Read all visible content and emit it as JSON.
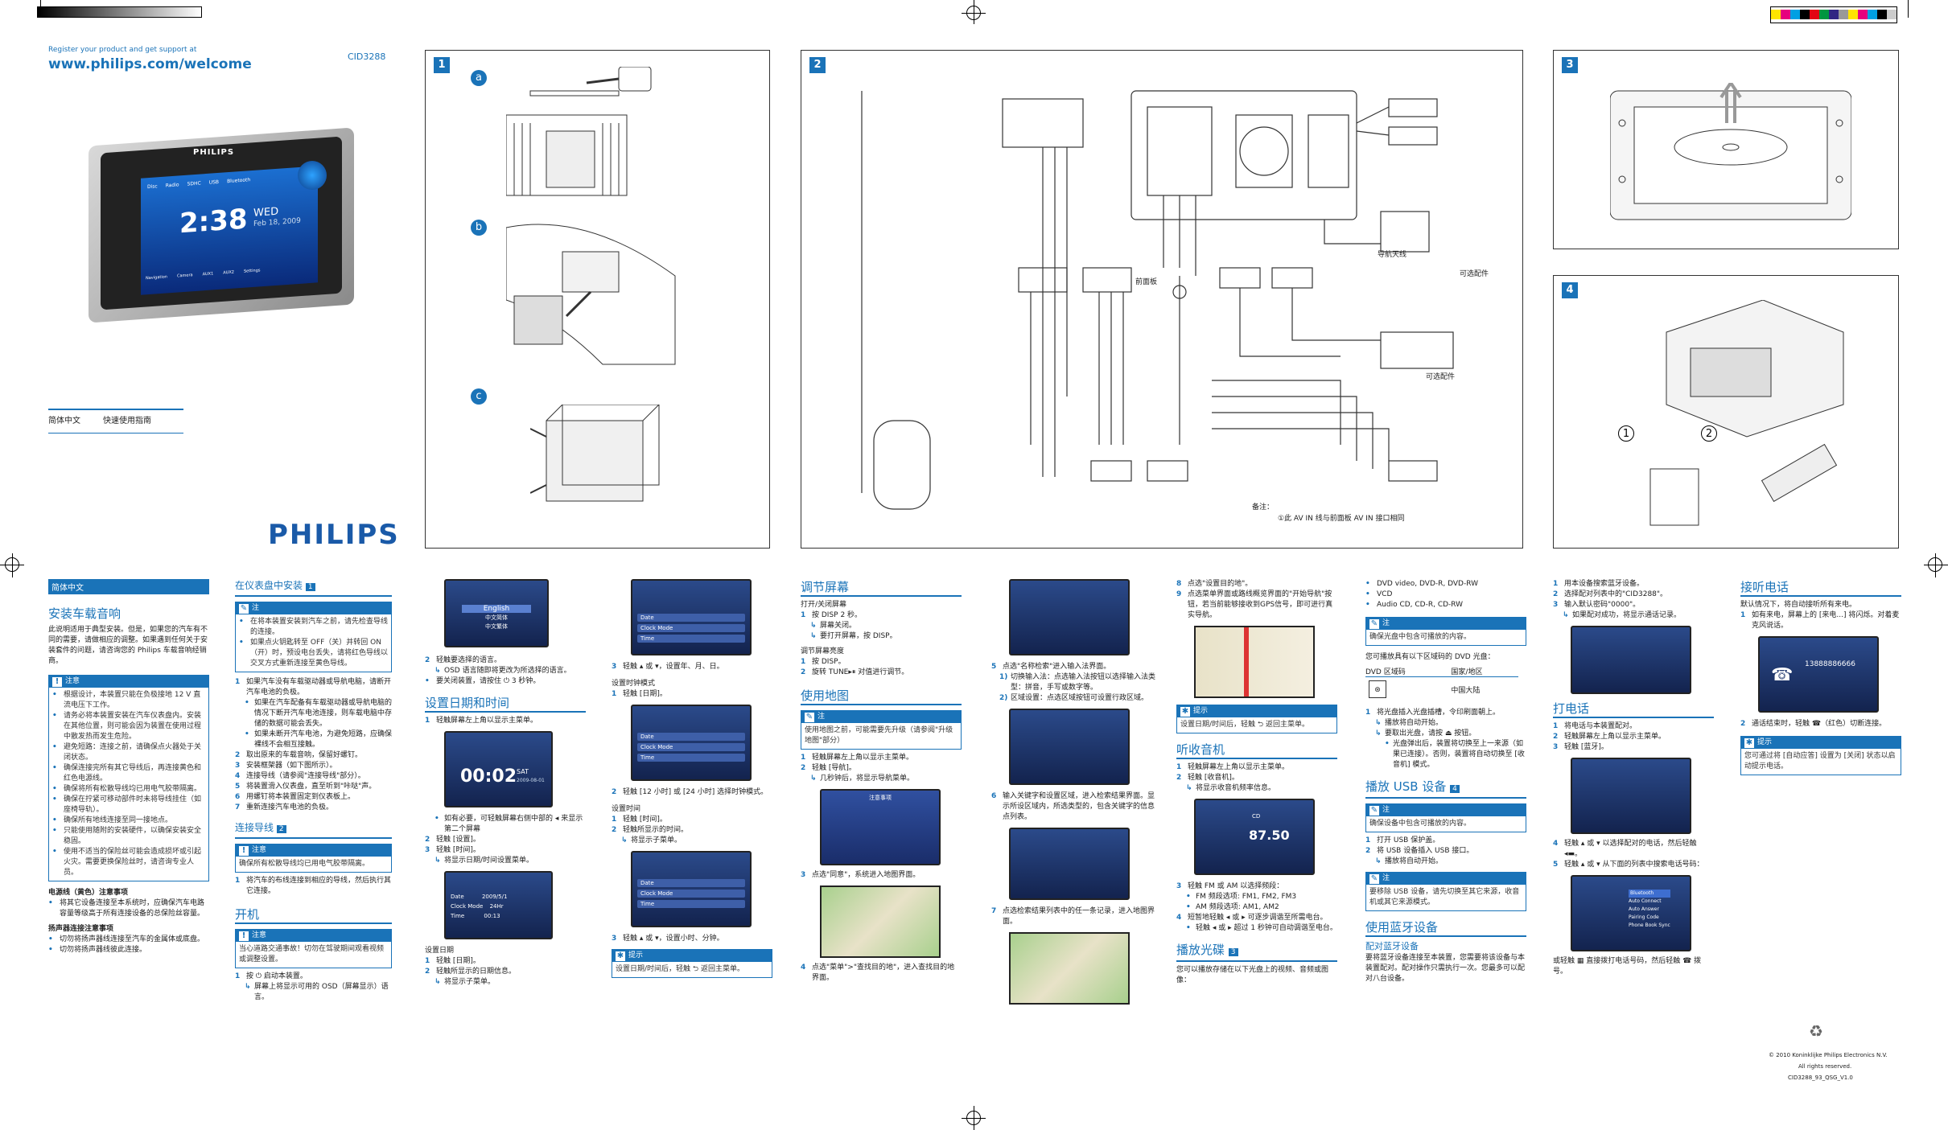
{
  "header": {
    "register_text": "Register your product and get support at",
    "url": "www.philips.com/welcome",
    "model": "CID3288",
    "brand": "PHILIPS",
    "language": "简体中文",
    "guide_title": "快速使用指南"
  },
  "device_screen": {
    "brand": "PHILIPS",
    "time": "2:38",
    "day": "WED",
    "date": "Feb 18, 2009",
    "top_icons": [
      "Disc",
      "Radio",
      "SDHC",
      "USB",
      "Bluetooth"
    ],
    "bottom_icons": [
      "Navigation",
      "Camera",
      "AUX1",
      "AUX2",
      "Settings"
    ]
  },
  "panels": {
    "p1": "1",
    "p2": "2",
    "p3": "3",
    "p4": "4",
    "a": "a",
    "b": "b",
    "c": "c",
    "c1": "1",
    "c2": "2",
    "wiring_labels": {
      "front_board": "前面板",
      "nav_antenna": "导航天线",
      "optional": "可选配件",
      "optional2": "可选配件",
      "note_label": "备注：",
      "note_text": "①此 AV IN 线与前面板 AV IN 接口相同"
    }
  },
  "col1": {
    "lang_tab": "简体中文",
    "title": "安装车载音响",
    "intro": "此说明适用于典型安装。但是，如果您的汽车有不同的需要，请做相应的调整。如果遇到任何关于安装套件的问题，请咨询您的 Philips 车载音响经销商。",
    "note_head": "注意",
    "notes": [
      "根据设计，本装置只能在负极接地 12 V 直流电压下工作。",
      "请务必将本装置安装在汽车仪表盘内。安装在其他位置，则可能会因为装置在使用过程中散发热而发生危险。",
      "避免短路：连接之前，请确保点火器处于关闭状态。",
      "确保连接完所有其它导线后，再连接黄色和红色电源线。",
      "确保将所有松散导线均已用电气胶带隔离。",
      "确保在拧紧可移动部件时未将导线挂住（如座椅导轨）。",
      "确保所有地线连接至同一接地点。",
      "只能使用随附的安装硬件，以确保安装安全稳固。",
      "使用不适当的保险丝可能会造成损坏或引起火灾。需要更换保险丝时，请咨询专业人员。"
    ],
    "sub1": "电源线（黄色）注意事项",
    "sub1_text": "将其它设备连接至本系统时，应确保汽车电路容量等级高于所有连接设备的总保险丝容量。",
    "sub2": "扬声器连接注意事项",
    "sub2_items": [
      "切勿将扬声器线连接至汽车的金属体或底盘。",
      "切勿将扬声器线彼此连接。"
    ]
  },
  "col2": {
    "title": "在仪表盘中安装",
    "badge": "1",
    "note_head": "注",
    "notes": [
      "在将本装置安装到汽车之前，请先检查导线的连接。",
      "如果点火钥匙转至 OFF（关）并转回 ON（开）时，预设电台丢失，请将红色导线以交叉方式重新连接至黄色导线。"
    ],
    "steps": [
      {
        "n": "1",
        "t": "如果汽车没有车载驱动器或导航电脑，请断开汽车电池的负极。"
      },
      {
        "n": "2",
        "t": "取出原来的车载音响，保留好螺钉。"
      },
      {
        "n": "3",
        "t": "安装框架器（如下图所示）。"
      },
      {
        "n": "4",
        "t": "连接导线（请参阅\"连接导线\"部分）。"
      },
      {
        "n": "5",
        "t": "将装置滑入仪表盘，直至听到\"咔哒\"声。"
      },
      {
        "n": "6",
        "t": "用螺钉将本装置固定到仪表板上。"
      },
      {
        "n": "7",
        "t": "重新连接汽车电池的负极。"
      }
    ],
    "sub_bullets": [
      "如果在汽车配备有车载驱动器或导航电脑的情况下断开汽车电池连接，则车载电脑中存储的数据可能会丢失。",
      "如果未断开汽车电池，为避免短路，应确保裸线不会相互接触。"
    ],
    "conn_title": "连接导线",
    "conn_badge": "2",
    "conn_note": "确保所有松散导线均已用电气胶带隔离。",
    "conn_step": "将汽车的布线连接到相应的导线，然后执行其它连接。",
    "power_title": "开机",
    "power_note": "当心道路交通事故！切勿在驾驶期间观看视频或调整设置。",
    "power_step": "按 ⏻ 启动本装置。",
    "power_sub": "屏幕上将显示可用的 OSD（屏幕显示）语言。"
  },
  "col3": {
    "lang_screen": [
      "English",
      "中文简体",
      "中文繁体"
    ],
    "step2": "轻触要选择的语言。",
    "step2_sub": "OSD 语言随即将更改为所选择的语言。",
    "bullet": "要关闭装置，请按住 ⏻ 3 秒钟。",
    "title": "设置日期和时间",
    "s1": "轻触屏幕左上角以显示主菜单。",
    "home_time": "00:02",
    "home_day": "SAT",
    "home_date": "2009-08-01",
    "bullet2": "如有必要，可轻触屏幕右侧中部的 ◂ 来显示第二个屏幕",
    "s2": "轻触 [设置]。",
    "s3": "轻触 [时间]。",
    "s3_sub": "将显示日期/时间设置菜单。",
    "date_screen": {
      "date": "Date",
      "date_val": "2009/5/1",
      "clock": "Clock Mode",
      "clock_val": "24Hr",
      "time": "Time",
      "time_val": "00:13"
    },
    "sub_date": "设置日期",
    "d1": "轻触 [日期]。",
    "d2": "轻触所显示的日期信息。",
    "d2_sub": "将显示子菜单。"
  },
  "col4": {
    "s3": "轻触 ▴ 或 ▾，设置年、月、日。",
    "clock_mode": "设置时钟模式",
    "c1": "轻触 [日期]。",
    "c2": "轻触 [12 小时] 或 [24 小时] 选择时钟模式。",
    "set_time": "设置时间",
    "t1": "轻触 [时间]。",
    "t2": "轻触所显示的时间。",
    "t2_sub": "将显示子菜单。",
    "t3": "轻触 ▴ 或 ▾，设置小时、分钟。",
    "tip_head": "提示",
    "tip": "设置日期/时间后，轻触 ⮌ 返回主菜单。",
    "screen_rows": [
      "Date",
      "Clock Mode",
      "Time"
    ]
  },
  "col5": {
    "title": "调节屏幕",
    "subtitle": "打开/关闭屏幕",
    "s1": "按 DISP 2 秒。",
    "s1_sub1": "屏幕关闭。",
    "s1_sub2": "要打开屏幕，按 DISP。",
    "brightness": "调节屏幕亮度",
    "b1": "按 DISP。",
    "b2": "旋转 TUNE▸⏸ 对值进行调节。",
    "map_title": "使用地图",
    "map_note": "使用地图之前，可能需要先升级（请参阅\"升级地图\"部分）",
    "m1": "轻触屏幕左上角以显示主菜单。",
    "m2": "轻触 [导航]。",
    "m2_sub": "几秒钟后，将显示导航菜单。",
    "m3": "点选\"同意\"，系统进入地图界面。",
    "m4": "点选\"菜单\">\"查找目的地\"，进入查找目的地界面。",
    "agree_title": "注意事项"
  },
  "col6": {
    "s5": "点选\"名称检索\"进入输入法界面。",
    "i1": "切换输入法：点选输入法按钮以选择输入法类型：拼音，手写或数字等。",
    "i2": "区域设置：点选区域按钮可设置行政区域。",
    "s6": "输入关键字和设置区域，进入检索结果界面。显示所设区域内，所选类型的，包含关键字的信息点列表。",
    "s7": "点选检索结果列表中的任一条记录，进入地图界面。"
  },
  "col7": {
    "s8": "点选\"设置目的地\"。",
    "s9": "点选菜单界面或路线概览界面的\"开始导航\"按钮，若当前能够接收到GPS信号，即可进行真实导航。",
    "tip_head": "提示",
    "tip": "设置日期/时间后，轻触 ⮌ 返回主菜单。",
    "radio_title": "听收音机",
    "r1": "轻触屏幕左上角以显示主菜单。",
    "r2": "轻触 [收音机]。",
    "r2_sub": "将显示收音机频率信息。",
    "radio_freq": "87.50",
    "radio_name": "CD",
    "r3": "轻触 FM 或 AM 以选择频段：",
    "r3_items": [
      "FM 频段选项: FM1, FM2, FM3",
      "AM 频段选项: AM1, AM2"
    ],
    "r4": "短暂地轻触 ◂ 或 ▸ 可逐步调谐至所需电台。",
    "r4_sub": "轻触 ◂ 或 ▸ 超过 1 秒钟可自动调谐至电台。",
    "disc_title": "播放光碟",
    "disc_badge": "3",
    "disc_text": "您可以播放存储在以下光盘上的视频、音频或图像："
  },
  "col8": {
    "formats": [
      "DVD video, DVD-R, DVD-RW",
      "VCD",
      "Audio CD, CD-R, CD-RW"
    ],
    "note_head": "注",
    "note": "确保光盘中包含可播放的内容。",
    "region_text": "您可播放具有以下区域码的 DVD 光盘：",
    "table_h1": "DVD 区域码",
    "table_h2": "国家/地区",
    "table_v": "中国大陆",
    "s1": "将光盘插入光盘插槽，令印刷面朝上。",
    "s1_sub1": "播放将自动开始。",
    "s1_sub2": "要取出光盘，请按 ⏏ 按钮。",
    "s1_sub3": "光盘弹出后，装置将切换至上一来源（如果已连接）。否则，装置将自动切换至 [收音机] 模式。",
    "usb_title": "播放 USB 设备",
    "usb_badge": "4",
    "usb_note": "确保设备中包含可播放的内容。",
    "u1": "打开 USB 保护盖。",
    "u2": "将 USB 设备插入 USB 接口。",
    "u2_sub": "播放将自动开始。",
    "usb_note2": "要移除 USB 设备，请先切换至其它来源，收音机或其它来源模式。",
    "bt_title": "使用蓝牙设备",
    "pair_title": "配对蓝牙设备",
    "pair_text": "要将蓝牙设备连接至本装置，您需要将该设备与本装置配对。配对操作只需执行一次。您最多可以配对八台设备。"
  },
  "col9": {
    "s1": "用本设备搜索蓝牙设备。",
    "s2": "选择配对列表中的\"CID3288\"。",
    "s3": "输入默认密码\"0000\"。",
    "s3_sub": "如果配对成功，将显示通话记录。",
    "call_title": "打电话",
    "c1": "将电话与本装置配对。",
    "c2": "轻触屏幕左上角以显示主菜单。",
    "c3": "轻触 [蓝牙]。",
    "c4": "轻触 ▴ 或 ▾ 以选择配对的电话，然后轻触 ◂▬。",
    "c5": "轻触 ▴ 或 ▾ 从下面的列表中搜索电话号码：",
    "c_end": "或轻触 ▦ 直接拨打电话号码，然后轻触 ☎ 拨号。",
    "bt_menu": [
      "Bluetooth",
      "Auto Connect",
      "Auto Answer",
      "Pairing Code",
      "Phone Book Sync"
    ]
  },
  "col10": {
    "ans_title": "接听电话",
    "ans_text": "默认情况下，将自动接听所有来电。",
    "a1": "如有来电，屏幕上的 [来电...] 将闪烁。对着麦克风说话。",
    "phone_number": "13888886666",
    "a2": "通话结束时，轻触 ☎（红色）切断连接。",
    "tip_head": "提示",
    "tip": "您可通过将 [自动应答] 设置为 [关闭] 状态以启动提示电话。",
    "copyright": "© 2010 Koninklijke Philips Electronics N.V.",
    "rights": "All rights reserved.",
    "code": "CID3288_93_QSG_V1.0"
  },
  "colors": {
    "accent": "#1a73b8"
  }
}
